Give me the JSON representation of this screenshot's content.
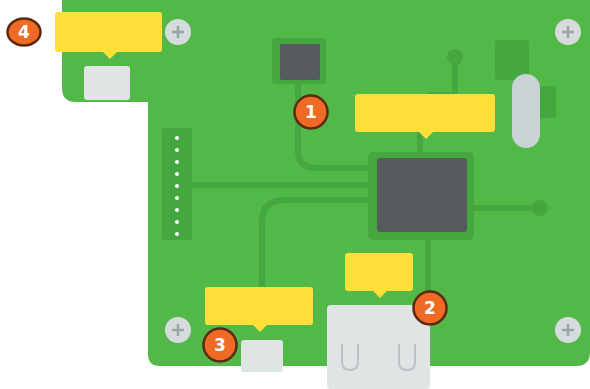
{
  "diagram": {
    "nodes": [
      {
        "text": [
          "4"
        ]
      },
      {
        "text": [
          "1"
        ]
      },
      {
        "text": [
          "2"
        ]
      },
      {
        "text": [
          "3"
        ]
      }
    ]
  }
}
